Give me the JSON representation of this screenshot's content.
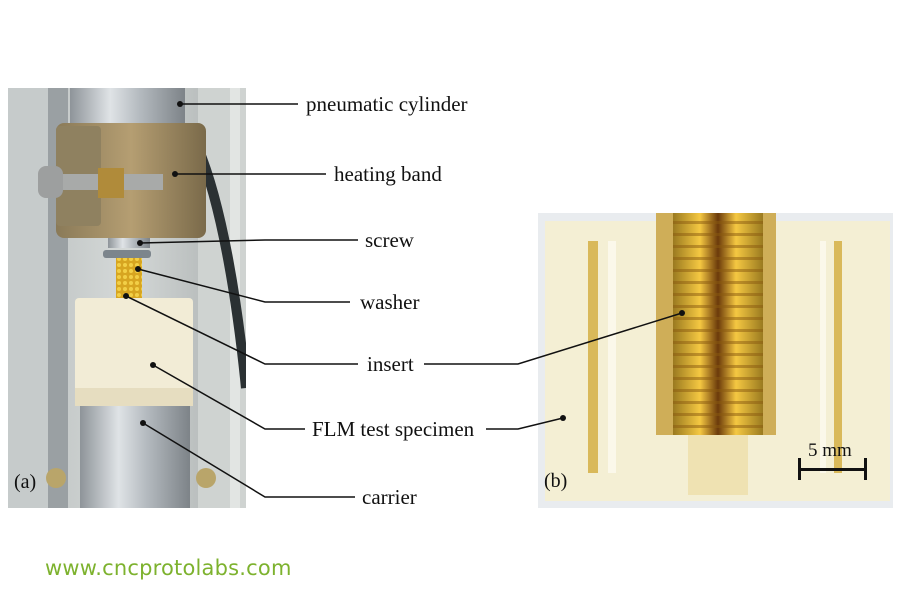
{
  "figure": {
    "panel_a": {
      "tag": "(a)",
      "labels": [
        {
          "text": "pneumatic cylinder"
        },
        {
          "text": "heating band"
        },
        {
          "text": "screw"
        },
        {
          "text": "washer"
        },
        {
          "text": "insert"
        },
        {
          "text": "FLM test specimen"
        },
        {
          "text": "carrier"
        }
      ]
    },
    "panel_b": {
      "tag": "(b)",
      "scale_bar": "5 mm"
    }
  },
  "footer": {
    "url": "www.cncprotolabs.com",
    "color": "#7db22e"
  }
}
